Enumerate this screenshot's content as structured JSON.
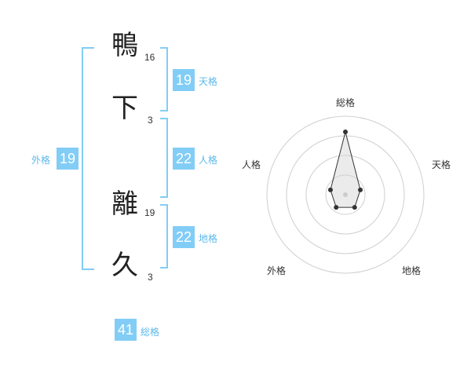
{
  "name": {
    "chars": [
      {
        "char": "鴨",
        "strokes": "16"
      },
      {
        "char": "下",
        "strokes": "3"
      },
      {
        "char": "離",
        "strokes": "19"
      },
      {
        "char": "久",
        "strokes": "3"
      }
    ]
  },
  "fortune": {
    "tenkaku": {
      "value": "19",
      "label": "天格"
    },
    "jinkaku": {
      "value": "22",
      "label": "人格"
    },
    "chikaku": {
      "value": "22",
      "label": "地格"
    },
    "gaikaku": {
      "value": "19",
      "label": "外格"
    },
    "soukaku": {
      "value": "41",
      "label": "総格"
    }
  },
  "colors": {
    "accent": "#82cdf6",
    "accent_text": "#5cb8ea"
  },
  "chart_data": {
    "type": "radar",
    "axes": [
      "総格",
      "天格",
      "地格",
      "外格",
      "人格"
    ],
    "values": [
      4,
      1,
      1,
      1,
      1
    ],
    "rmax": 5,
    "rings": 4
  }
}
